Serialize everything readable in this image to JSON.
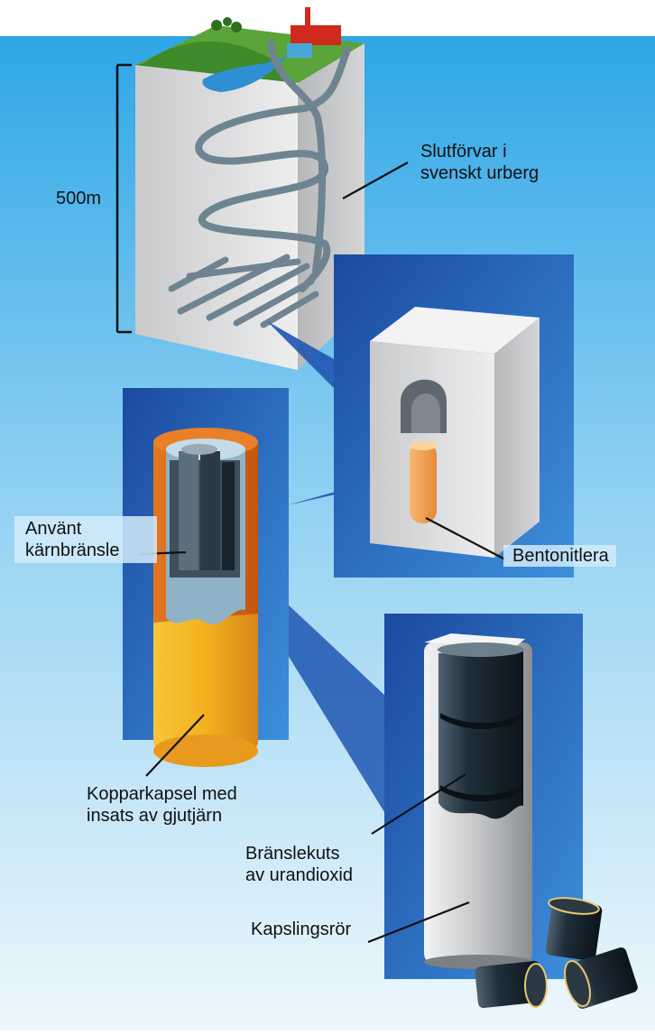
{
  "labels": {
    "depth": "500m",
    "repository": [
      "Slutförvar i",
      "svenskt urberg"
    ],
    "bentonite": "Bentonitlera",
    "spent_fuel": [
      "Använt",
      "kärnbränsle"
    ],
    "canister": [
      "Kopparkapsel med",
      "insats av gjutjärn"
    ],
    "pellet": [
      "Bränslekuts",
      "av urandioxid"
    ],
    "cladding": "Kapslingsrör"
  },
  "colors": {
    "sky_top": "#2ea6e6",
    "sky_bottom": "#e8f5fc",
    "panel_blue": "#1f56b0",
    "rock": "#d9dadc",
    "copper": "#d86a1c",
    "gold": "#f2b021",
    "fuel_dark": "#15202a",
    "grass": "#5aa43a"
  }
}
